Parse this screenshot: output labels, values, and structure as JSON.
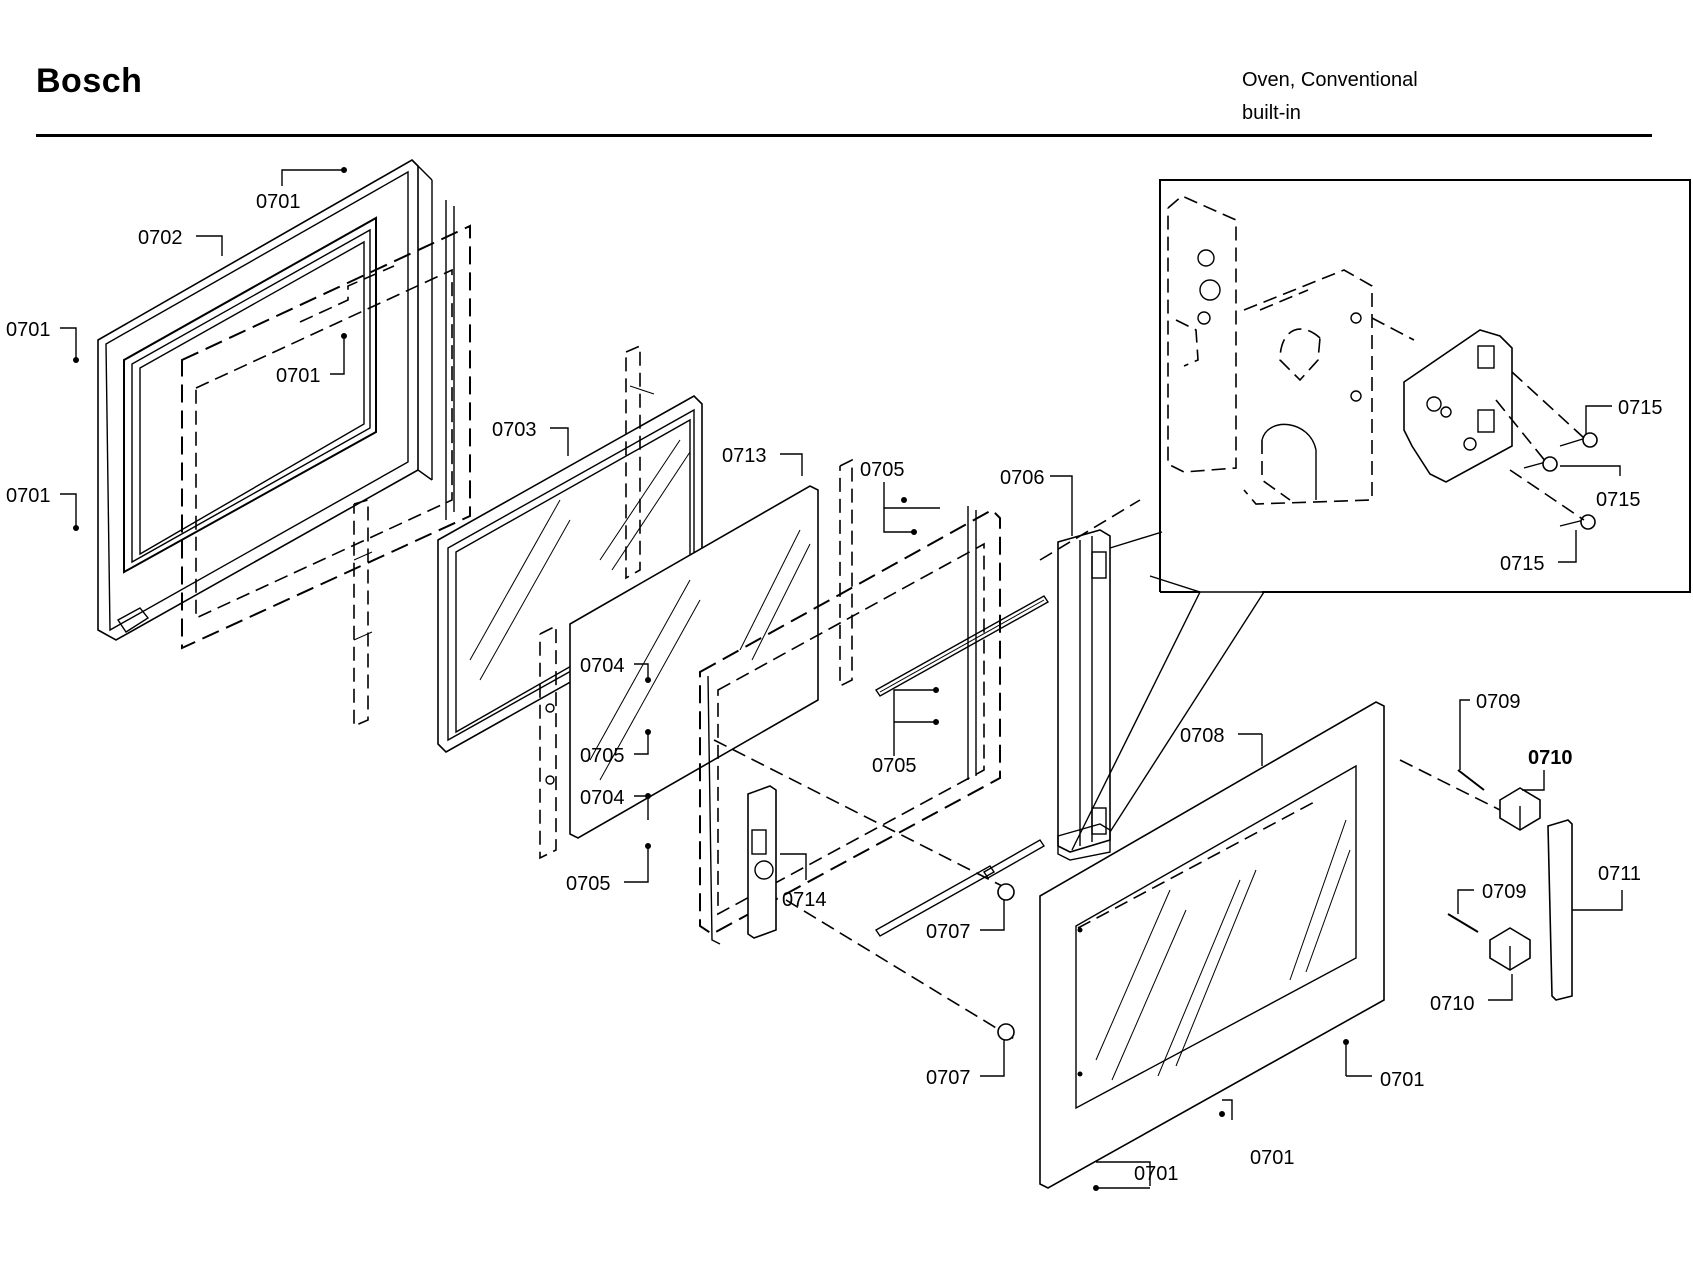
{
  "header": {
    "brand": "Bosch",
    "appliance_line1": "Oven, Conventional",
    "appliance_line2": "built-in"
  },
  "labels": {
    "p0701a": "0701",
    "p0701b": "0701",
    "p0701c": "0701",
    "p0701d": "0701",
    "p0701e": "0701",
    "p0701f": "0701",
    "p0701g": "0701",
    "p0702": "0702",
    "p0703": "0703",
    "p0704a": "0704",
    "p0704b": "0704",
    "p0705a": "0705",
    "p0705b": "0705",
    "p0705c": "0705",
    "p0705d": "0705",
    "p0706": "0706",
    "p0707a": "0707",
    "p0707b": "0707",
    "p0708": "0708",
    "p0709a": "0709",
    "p0709b": "0709",
    "p0710a": "0710",
    "p0710b": "0710",
    "p0711": "0711",
    "p0713": "0713",
    "p0714": "0714",
    "p0715a": "0715",
    "p0715b": "0715",
    "p0715c": "0715"
  }
}
